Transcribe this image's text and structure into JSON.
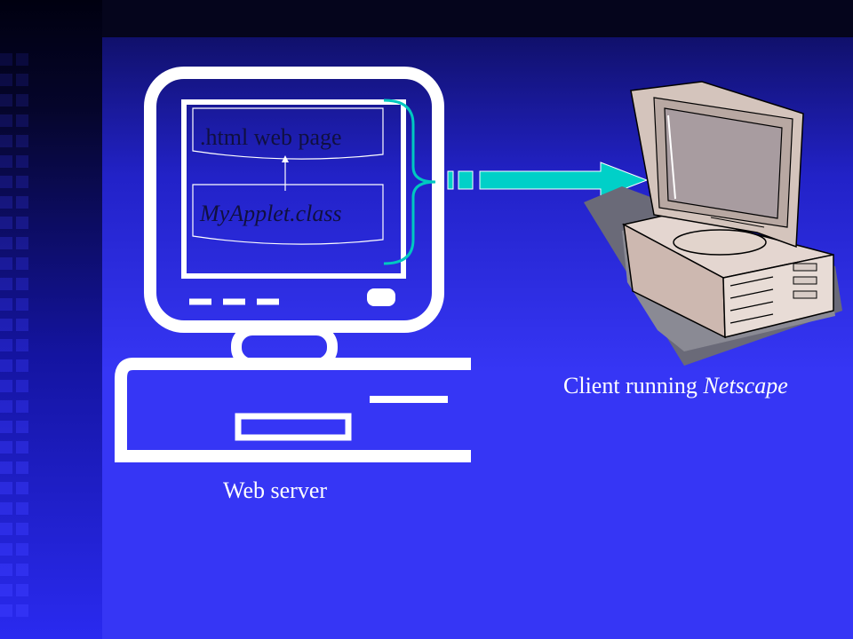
{
  "server_page_label": ".html web page",
  "server_applet_label": "MyApplet.class",
  "server_caption": "Web server",
  "client_caption_prefix": "Client running ",
  "client_caption_browser": "Netscape",
  "colors": {
    "background": "#3636f5",
    "server_outline": "#ffffff",
    "arrow": "#00d0c8",
    "brace": "#00c8c0"
  },
  "icons": {
    "server": "server-monitor-icon",
    "client": "client-computer-icon",
    "transfer": "transfer-arrow-icon"
  }
}
